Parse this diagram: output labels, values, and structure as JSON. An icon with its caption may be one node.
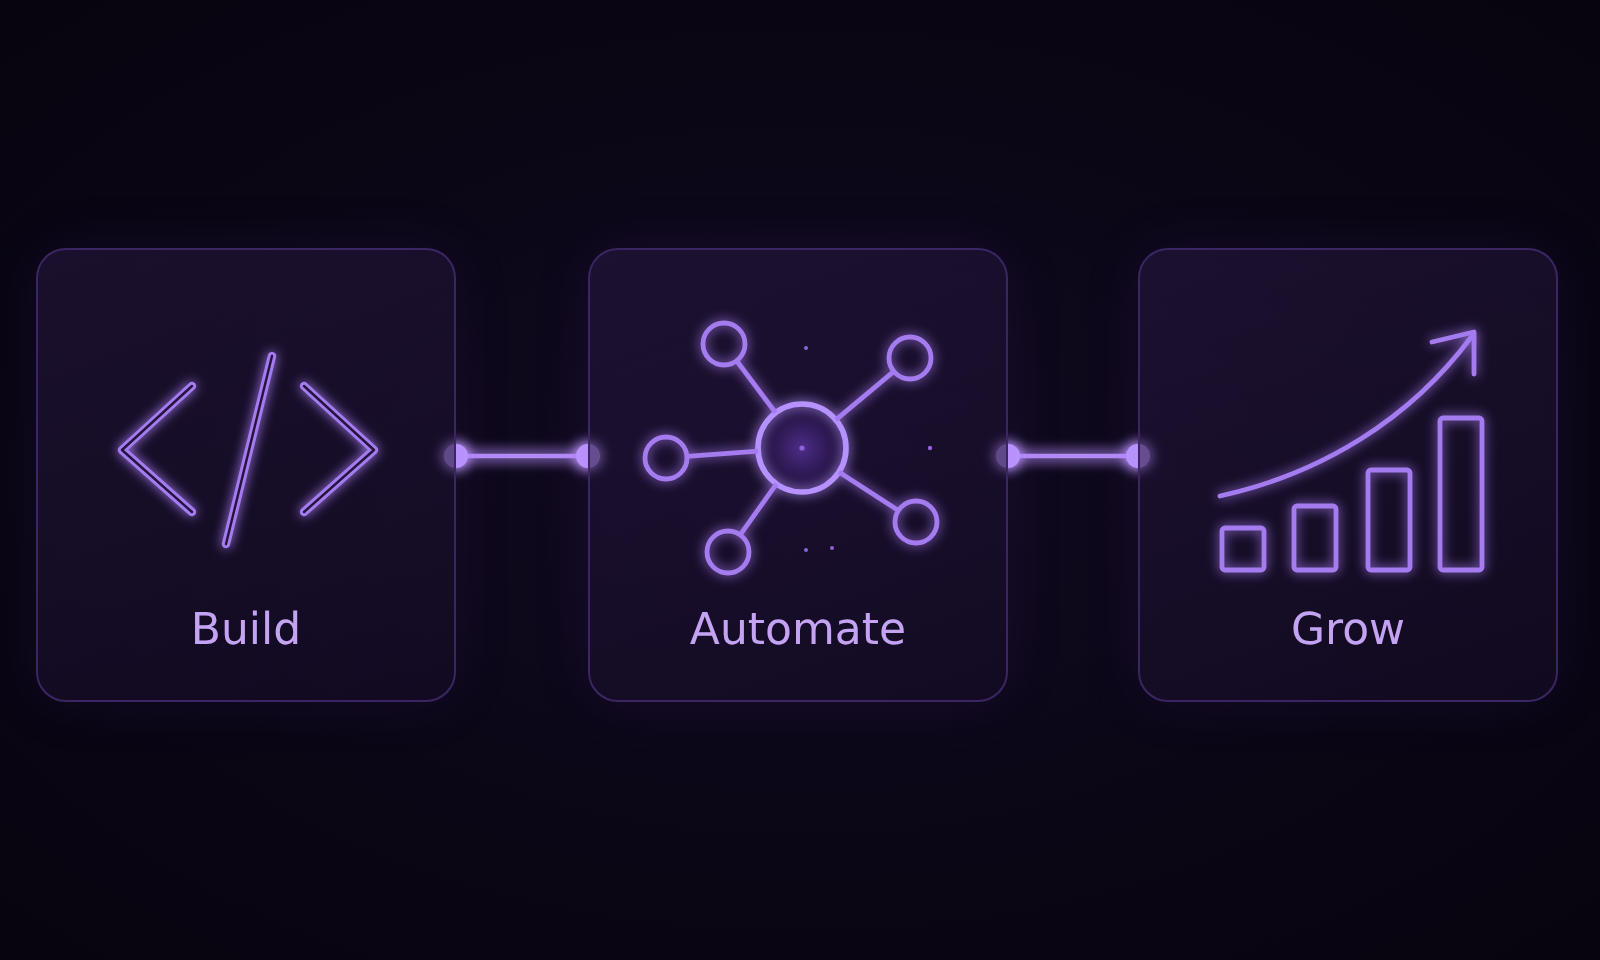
{
  "diagram": {
    "nodes": [
      {
        "text": [
          "Build"
        ]
      },
      {
        "text": [
          "Automate"
        ]
      },
      {
        "text": [
          "Grow"
        ]
      }
    ],
    "edges": [
      {
        "from": 0,
        "to": 1,
        "arrow": "other"
      },
      {
        "from": 1,
        "to": 2,
        "arrow": "other"
      }
    ]
  }
}
